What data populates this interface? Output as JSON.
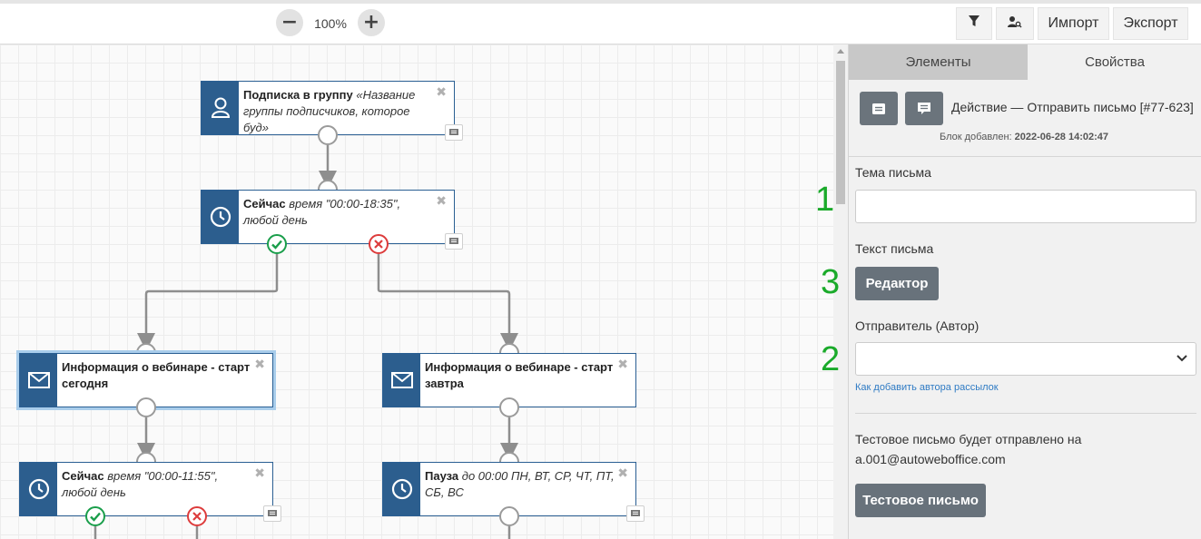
{
  "toolbar": {
    "zoom_minus": "−",
    "zoom_level": "100%",
    "zoom_plus": "+",
    "import_label": "Импорт",
    "export_label": "Экспорт"
  },
  "nodes": {
    "n1": {
      "bold": "Подписка в группу",
      "italic": "«Название группы подписчиков, которое буд»",
      "close": "✖"
    },
    "n2": {
      "bold": "Сейчас",
      "italic": "время \"00:00-18:35\", любой день",
      "close": "✖"
    },
    "n3": {
      "bold": "Информация о вебинаре - старт сегодня",
      "close": "✖"
    },
    "n4": {
      "bold": "Информация о вебинаре - старт завтра",
      "close": "✖"
    },
    "n5": {
      "bold": "Сейчас",
      "italic": "время \"00:00-11:55\", любой день",
      "close": "✖"
    },
    "n6": {
      "bold": "Пауза",
      "italic": "до 00:00 ПН, ВТ, СР, ЧТ, ПТ, СБ, ВС",
      "close": "✖"
    }
  },
  "panel": {
    "tabs": [
      "Элементы",
      "Свойства"
    ],
    "action_title": "Действие — Отправить письмо [#77-623]",
    "added_label": "Блок добавлен:",
    "added_date": "2022-06-28 14:02:47",
    "subject_label": "Тема письма",
    "subject_value": "",
    "text_label": "Текст письма",
    "editor_button": "Редактор",
    "sender_label": "Отправитель (Автор)",
    "sender_value": "",
    "add_author_link": "Как добавить автора рассылок",
    "test_info_line1": "Тестовое письмо будет отправлено на",
    "test_info_line2": "a.001@autoweboffice.com",
    "test_button": "Тестовое письмо"
  },
  "annotations": {
    "n1": "1",
    "n3": "3",
    "n2": "2"
  },
  "colors": {
    "node_accent": "#2c5e8e",
    "ok": "#1a9e4b",
    "no": "#dd3c3c",
    "button_dark": "#68727b",
    "annotation": "#1aaa2a"
  }
}
